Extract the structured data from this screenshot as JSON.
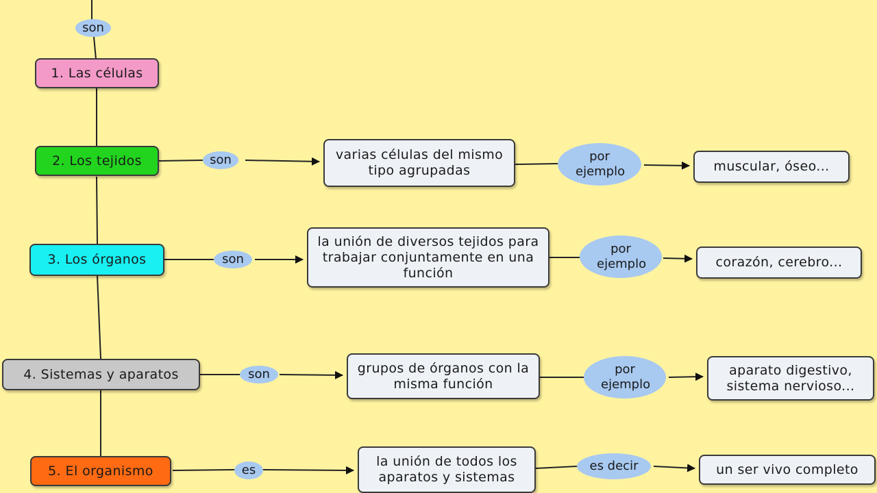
{
  "colors": {
    "background": "#fff3a0",
    "cells": "#f49ac8",
    "tissues": "#22d41e",
    "organs": "#18f0f2",
    "systems": "#c8c8c8",
    "organism": "#ff6a12",
    "link_pill": "#a8c9f0",
    "desc_box": "#eef2f7"
  },
  "top_link": "son",
  "levels": [
    {
      "title": "1. Las células"
    },
    {
      "title": "2. Los tejidos",
      "link": "son",
      "description": "varias células del mismo tipo agrupadas",
      "example_link": "por ejemplo",
      "example": "muscular, óseo..."
    },
    {
      "title": "3. Los órganos",
      "link": "son",
      "description": "la unión de diversos tejidos para trabajar conjuntamente en una función",
      "example_link": "por ejemplo",
      "example": "corazón, cerebro..."
    },
    {
      "title": "4. Sistemas y aparatos",
      "link": "son",
      "description": "grupos de órganos con la misma función",
      "example_link": "por ejemplo",
      "example": "aparato digestivo, sistema nervioso..."
    },
    {
      "title": "5. El organismo",
      "link": "es",
      "description": "la unión de todos los aparatos y sistemas",
      "example_link": "es decir",
      "example": "un ser vivo completo"
    }
  ]
}
